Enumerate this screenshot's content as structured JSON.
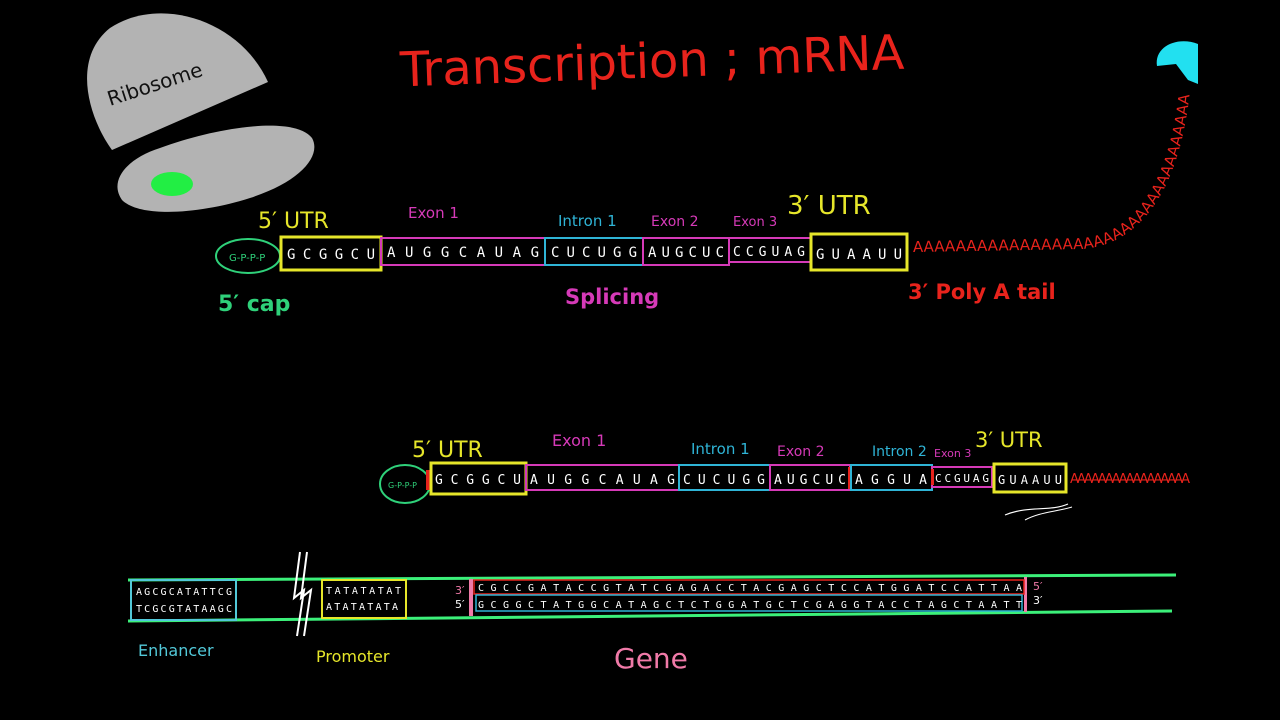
{
  "title": "Transcription ; mRNA",
  "ribosome": {
    "label": "Ribosome"
  },
  "mature_mrna": {
    "cap": "G-P-P-P",
    "segments": {
      "utr5": "GCGGCU",
      "exon1": "AUGGCAUAG",
      "intron1": "CUCUGG",
      "exon2": "AUGCUC",
      "exon3": "CCGUAG",
      "utr3": "GUAAUU"
    },
    "labels": {
      "utr5": "5′ UTR",
      "exon1": "Exon 1",
      "intron1": "Intron 1",
      "exon2": "Exon 2",
      "exon3": "Exon 3",
      "utr3": "3′ UTR"
    },
    "poly_a": "AAAAAAAAAAAAAAAAAAAAAAAAAAAAAAAAAAAAAAAAAAAAAAAAAAAAAAAAAAAA",
    "cap_label": "5′ cap",
    "splicing_label": "Splicing",
    "poly_a_label": "3′ Poly A tail"
  },
  "pre_mrna": {
    "cap": "G-P-P-P",
    "segments": {
      "utr5": "GCGGCU",
      "exon1": "AUGGCAUAG",
      "intron1": "CUCUGG",
      "exon2": "AUGCUC",
      "intron2": "AGGUA",
      "exon3": "CCGUAG",
      "utr3": "GUAAUU"
    },
    "labels": {
      "utr5": "5′ UTR",
      "exon1": "Exon 1",
      "intron1": "Intron 1",
      "exon2": "Exon 2",
      "intron2": "Intron 2",
      "exon3": "Exon 3",
      "utr3": "3′ UTR"
    },
    "poly_a": "AAAAAAAAAAAAAAAAA"
  },
  "dna": {
    "enhancer_top": "AGCGCATATTCG",
    "enhancer_bottom": "TCGCGTATAAGC",
    "promoter_top": "TATATATAT",
    "promoter_bottom": "ATATATATA",
    "gene_top": "CGCCGATACCGTATCGAGACCTACGAGCTCCATGGATCCATTAA",
    "gene_bottom": "GCGGCTATGGCATAGCTCTGGATGCTCGAGGTACCTAGCTAATT",
    "end_top_left": "3′",
    "end_bottom_left": "5′",
    "end_top_right": "5′",
    "end_bottom_right": "3′",
    "enhancer_label": "Enhancer",
    "promoter_label": "Promoter",
    "gene_label": "Gene"
  },
  "colors": {
    "title": "#e8231c",
    "cap": "#2fd17a",
    "utr": "#e6e62a",
    "exon": "#d63ab8",
    "intron": "#2fb4d6",
    "poly_a": "#e8231c",
    "dna": "#3cf07a",
    "enhancer": "#52c9d9",
    "promoter": "#e6e62a",
    "gene": "#f07aa8",
    "ribosome": "#b3b3b3",
    "ribosome_site": "#22ee44",
    "trna": "#22e0f0"
  }
}
